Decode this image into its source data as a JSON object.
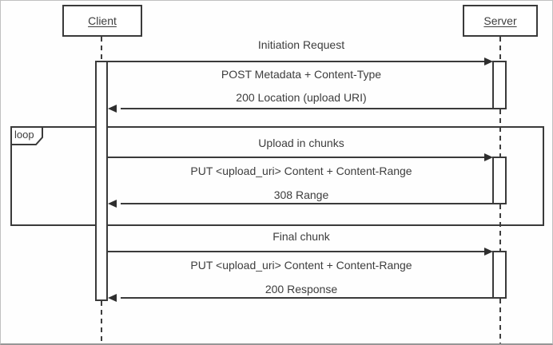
{
  "diagram": {
    "type": "sequence-diagram",
    "actors": [
      {
        "label": "Client"
      },
      {
        "label": "Server"
      }
    ],
    "loop_fragment": {
      "operator_label": "loop"
    },
    "exchanges": [
      {
        "section_label": "Initiation Request",
        "request_label": "POST Metadata + Content-Type",
        "response_label": "200 Location (upload URI)"
      },
      {
        "section_label": "Upload in chunks",
        "request_label": "PUT <upload_uri> Content + Content-Range",
        "response_label": "308 Range"
      },
      {
        "section_label": "Final chunk",
        "request_label": "PUT <upload_uri> Content + Content-Range",
        "response_label": "200 Response"
      }
    ],
    "colors": {
      "line": "#3a3a3a",
      "text": "#3d3d3d",
      "background": "#fefefe",
      "frame_border": "#c0c0c0"
    }
  }
}
